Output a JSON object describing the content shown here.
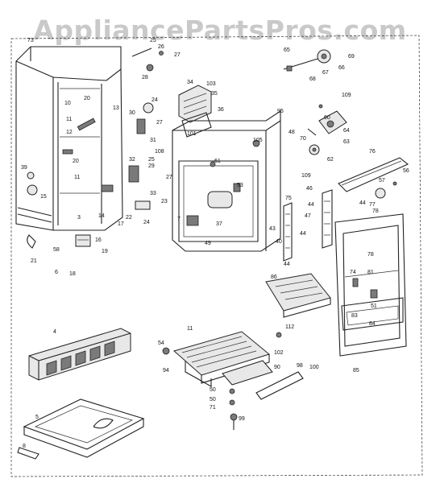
{
  "watermark": "AppliancePartsPros.com",
  "colors": {
    "ink": "#1a1a1a",
    "watermark": "#c9c9c9",
    "background": "#ffffff"
  },
  "parts": [
    {
      "id": "p73",
      "text": "73"
    },
    {
      "id": "p25a",
      "text": "25"
    },
    {
      "id": "p26",
      "text": "26"
    },
    {
      "id": "p27a",
      "text": "27"
    },
    {
      "id": "p28",
      "text": "28"
    },
    {
      "id": "p65",
      "text": "65"
    },
    {
      "id": "p69",
      "text": "69"
    },
    {
      "id": "p67",
      "text": "67"
    },
    {
      "id": "p68",
      "text": "68"
    },
    {
      "id": "p66",
      "text": "66"
    },
    {
      "id": "p34",
      "text": "34"
    },
    {
      "id": "p103",
      "text": "103"
    },
    {
      "id": "p35",
      "text": "35"
    },
    {
      "id": "p10",
      "text": "10"
    },
    {
      "id": "p20a",
      "text": "20"
    },
    {
      "id": "p13",
      "text": "13"
    },
    {
      "id": "p24a",
      "text": "24"
    },
    {
      "id": "p30",
      "text": "30"
    },
    {
      "id": "p27b",
      "text": "27"
    },
    {
      "id": "p101",
      "text": "101"
    },
    {
      "id": "p36",
      "text": "36"
    },
    {
      "id": "p95",
      "text": "95"
    },
    {
      "id": "p109a",
      "text": "109"
    },
    {
      "id": "p60",
      "text": "60"
    },
    {
      "id": "p64",
      "text": "64"
    },
    {
      "id": "p48",
      "text": "48"
    },
    {
      "id": "p70",
      "text": "70"
    },
    {
      "id": "p63",
      "text": "63"
    },
    {
      "id": "p11a",
      "text": "11"
    },
    {
      "id": "p12",
      "text": "12"
    },
    {
      "id": "p31",
      "text": "31"
    },
    {
      "id": "p108",
      "text": "108"
    },
    {
      "id": "p105",
      "text": "105"
    },
    {
      "id": "p62",
      "text": "62"
    },
    {
      "id": "p76",
      "text": "76"
    },
    {
      "id": "p20b",
      "text": "20"
    },
    {
      "id": "p32",
      "text": "32"
    },
    {
      "id": "p25b",
      "text": "25"
    },
    {
      "id": "p29",
      "text": "29"
    },
    {
      "id": "p61",
      "text": "61"
    },
    {
      "id": "p57",
      "text": "57"
    },
    {
      "id": "p56",
      "text": "56"
    },
    {
      "id": "p39",
      "text": "39"
    },
    {
      "id": "p11b",
      "text": "11"
    },
    {
      "id": "p15",
      "text": "15"
    },
    {
      "id": "p27c",
      "text": "27"
    },
    {
      "id": "p33",
      "text": "33"
    },
    {
      "id": "p109b",
      "text": "109"
    },
    {
      "id": "p53",
      "text": "53"
    },
    {
      "id": "p46",
      "text": "46"
    },
    {
      "id": "p75",
      "text": "75"
    },
    {
      "id": "p44a",
      "text": "44"
    },
    {
      "id": "p44b",
      "text": "44"
    },
    {
      "id": "p77",
      "text": "77"
    },
    {
      "id": "p78a",
      "text": "78"
    },
    {
      "id": "p3",
      "text": "3"
    },
    {
      "id": "p14",
      "text": "14"
    },
    {
      "id": "p22",
      "text": "22"
    },
    {
      "id": "p23",
      "text": "23"
    },
    {
      "id": "p17",
      "text": "17"
    },
    {
      "id": "p24b",
      "text": "24"
    },
    {
      "id": "p7",
      "text": "7"
    },
    {
      "id": "p37",
      "text": "37"
    },
    {
      "id": "p43",
      "text": "43"
    },
    {
      "id": "p47",
      "text": "47"
    },
    {
      "id": "p58",
      "text": "58"
    },
    {
      "id": "p16",
      "text": "16"
    },
    {
      "id": "p19",
      "text": "19"
    },
    {
      "id": "p49",
      "text": "49"
    },
    {
      "id": "p40",
      "text": "40"
    },
    {
      "id": "p21",
      "text": "21"
    },
    {
      "id": "p6",
      "text": "6"
    },
    {
      "id": "p18",
      "text": "18"
    },
    {
      "id": "p44c",
      "text": "44"
    },
    {
      "id": "p44d",
      "text": "44"
    },
    {
      "id": "p78b",
      "text": "78"
    },
    {
      "id": "p86",
      "text": "86"
    },
    {
      "id": "p74",
      "text": "74"
    },
    {
      "id": "p81",
      "text": "81"
    },
    {
      "id": "p51",
      "text": "51"
    },
    {
      "id": "p83",
      "text": "83"
    },
    {
      "id": "p84",
      "text": "84"
    },
    {
      "id": "p4",
      "text": "4"
    },
    {
      "id": "p11c",
      "text": "11"
    },
    {
      "id": "p112",
      "text": "112"
    },
    {
      "id": "p54",
      "text": "54"
    },
    {
      "id": "p102",
      "text": "102"
    },
    {
      "id": "p94",
      "text": "94"
    },
    {
      "id": "p90",
      "text": "90"
    },
    {
      "id": "p85",
      "text": "85"
    },
    {
      "id": "p98",
      "text": "98"
    },
    {
      "id": "p100",
      "text": "100"
    },
    {
      "id": "p50a",
      "text": "50"
    },
    {
      "id": "p50b",
      "text": "50"
    },
    {
      "id": "p71",
      "text": "71"
    },
    {
      "id": "p99",
      "text": "99"
    },
    {
      "id": "p5",
      "text": "5"
    },
    {
      "id": "p8",
      "text": "8"
    }
  ]
}
